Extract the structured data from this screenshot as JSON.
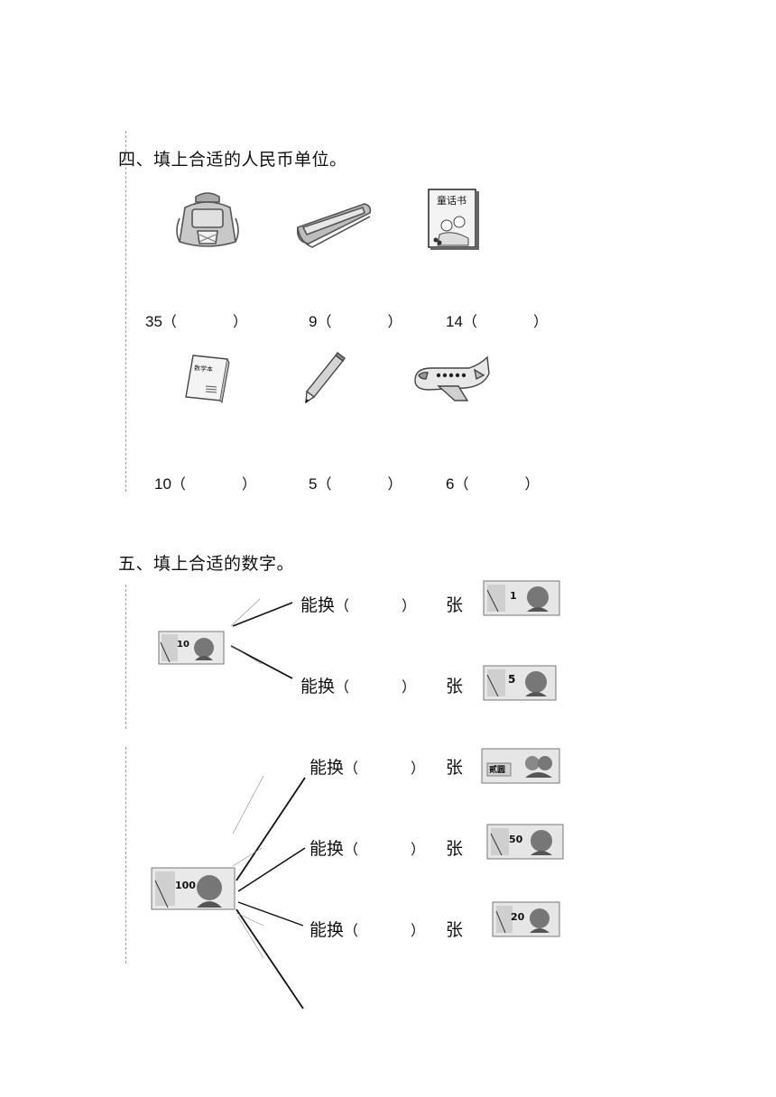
{
  "section4": {
    "heading": "四、填上合适的人民币单位。",
    "items": [
      {
        "icon": "backpack-icon",
        "number": "35",
        "open": "（",
        "close": "）"
      },
      {
        "icon": "pencil-case-icon",
        "number": "9",
        "open": "（",
        "close": "）"
      },
      {
        "icon": "storybook-icon",
        "number": "14",
        "open": "（",
        "close": "）",
        "icon_text": "童话书"
      },
      {
        "icon": "notebook-icon",
        "number": "10",
        "open": "（",
        "close": "）",
        "icon_text": "数学本"
      },
      {
        "icon": "pencil-icon",
        "number": "5",
        "open": "（",
        "close": "）"
      },
      {
        "icon": "toy-airplane-icon",
        "number": "6",
        "open": "（",
        "close": "）"
      }
    ]
  },
  "section5": {
    "heading": "五、填上合适的数字。",
    "group1": {
      "source_note": "10",
      "rows": [
        {
          "prefix": "能换",
          "open": "（",
          "close": "）",
          "suffix": "张",
          "note": "1"
        },
        {
          "prefix": "能换",
          "open": "（",
          "close": "）",
          "suffix": "张",
          "note": "5"
        }
      ]
    },
    "group2": {
      "source_note": "100",
      "rows": [
        {
          "prefix": "能换",
          "open": "（",
          "close": "）",
          "suffix": "张",
          "note": "贰圆"
        },
        {
          "prefix": "能换",
          "open": "（",
          "close": "）",
          "suffix": "张",
          "note": "50"
        },
        {
          "prefix": "能换",
          "open": "（",
          "close": "）",
          "suffix": "张",
          "note": "20"
        }
      ]
    }
  }
}
